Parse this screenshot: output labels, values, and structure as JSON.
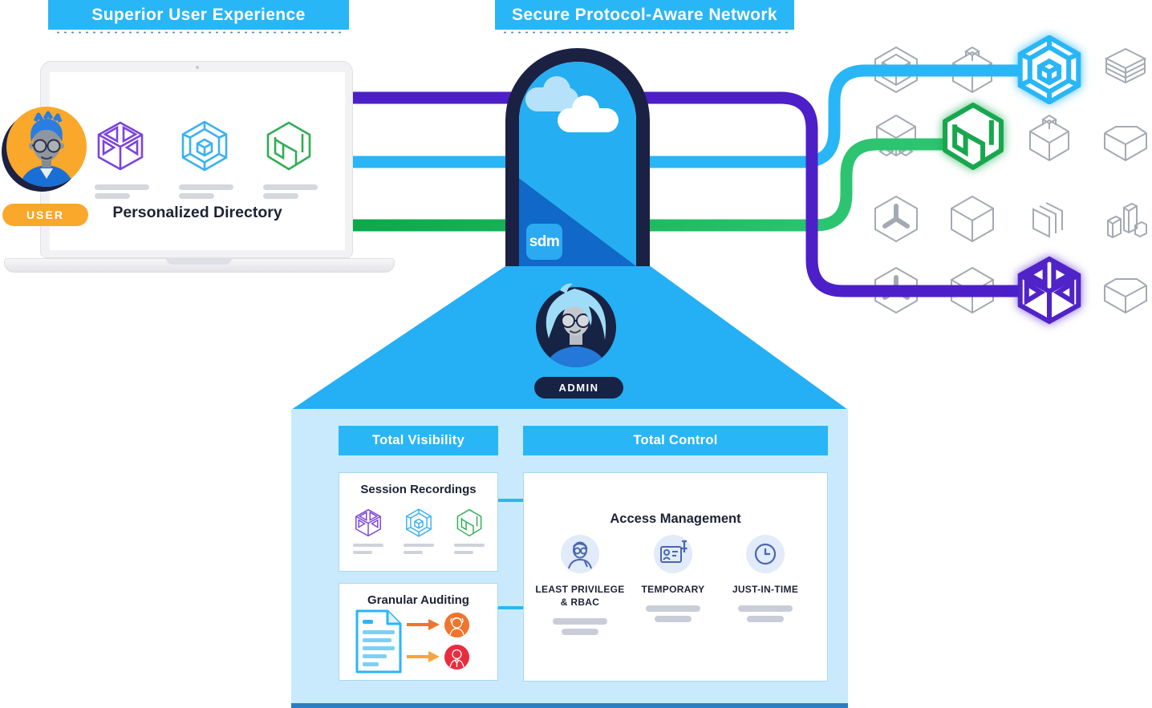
{
  "banners": {
    "left": "Superior User Experience",
    "right": "Secure Protocol-Aware Network"
  },
  "user_section": {
    "badge": "USER",
    "directory_title": "Personalized Directory",
    "icons": [
      "purple-cube-service-icon",
      "blue-hex-cube-service-icon",
      "green-n-cube-service-icon"
    ]
  },
  "tunnel": {
    "logo": "sdm",
    "admin_badge": "ADMIN"
  },
  "network": {
    "lines": [
      {
        "name": "purple-connection",
        "color": "#4c1fc8"
      },
      {
        "name": "cyan-connection",
        "color": "#29b6f6"
      },
      {
        "name": "green-connection",
        "color": "#18ab52"
      }
    ],
    "highlighted_resources": [
      "cyan-hex-cube",
      "green-n-cube",
      "purple-cube"
    ]
  },
  "panel": {
    "visibility_header": "Total Visibility",
    "control_header": "Total Control",
    "session_title": "Session Recordings",
    "audit_title": "Granular Auditing",
    "access_title": "Access Management",
    "access_items": [
      {
        "label": "LEAST PRIVILEGE & RBAC",
        "icon": "person-icon"
      },
      {
        "label": "TEMPORARY",
        "icon": "badge-pin-icon"
      },
      {
        "label": "JUST-IN-TIME",
        "icon": "clock-icon"
      }
    ]
  },
  "colors": {
    "accent_cyan": "#29b6f6",
    "purple_line": "#4c1fc8",
    "green_line": "#18ab52",
    "navy": "#1b2143",
    "orange": "#f9a82b",
    "orange_deep": "#f0742c",
    "red": "#e92d3f",
    "panel_blue": "#c8eafc",
    "funnel_blue": "#25aff4",
    "tunnel_dark_blue": "#1068c8"
  }
}
